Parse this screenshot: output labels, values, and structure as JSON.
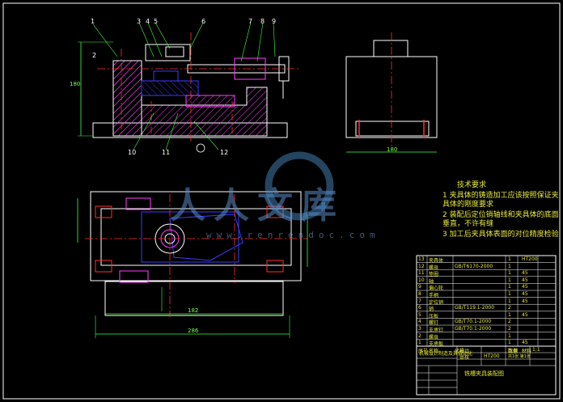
{
  "watermark": {
    "text": "人人文库",
    "url": "www.renrendoc.com"
  },
  "balloons_top": [
    "1",
    "2",
    "3",
    "4",
    "5",
    "6",
    "7",
    "8",
    "9"
  ],
  "balloons_bottom": [
    "10",
    "11",
    "12"
  ],
  "dimensions": {
    "height_left": "180",
    "width_side": "180",
    "plan_width": "286",
    "plan_inner": "182"
  },
  "notes": {
    "title": "技术要求",
    "items": [
      "1 夹具体的铸造加工应该按照保证夹具体的刚度要求",
      "2 装配后定位销轴线和夹具体的底面垂直，不许有缝",
      "3 加工后夹具体表面的对位精度检验"
    ]
  },
  "bom": {
    "rows": [
      {
        "no": "13",
        "name": "夹具体",
        "code": "",
        "qty": "1",
        "mat": "HT200"
      },
      {
        "no": "12",
        "name": "螺母",
        "code": "GB/T6170-2000",
        "qty": "1",
        "mat": ""
      },
      {
        "no": "11",
        "name": "垫圈",
        "code": "",
        "qty": "1",
        "mat": "45"
      },
      {
        "no": "10",
        "name": "轴",
        "code": "",
        "qty": "1",
        "mat": "45"
      },
      {
        "no": "9",
        "name": "偏心轮",
        "code": "",
        "qty": "1",
        "mat": "45"
      },
      {
        "no": "8",
        "name": "手柄",
        "code": "",
        "qty": "1",
        "mat": "45"
      },
      {
        "no": "7",
        "name": "定位销",
        "code": "",
        "qty": "1",
        "mat": "45"
      },
      {
        "no": "6",
        "name": "销",
        "code": "GB/T119.1-2000",
        "qty": "2",
        "mat": ""
      },
      {
        "no": "5",
        "name": "压板",
        "code": "",
        "qty": "1",
        "mat": "45"
      },
      {
        "no": "4",
        "name": "螺钉",
        "code": "GB/T70.1-2000",
        "qty": "2",
        "mat": ""
      },
      {
        "no": "3",
        "name": "支承钉",
        "code": "GB/T70.1-2000",
        "qty": "2",
        "mat": ""
      },
      {
        "no": "2",
        "name": "螺母",
        "code": "",
        "qty": "1",
        "mat": ""
      },
      {
        "no": "1",
        "name": "支承板",
        "code": "",
        "qty": "1",
        "mat": "45"
      }
    ],
    "header": {
      "no": "序号",
      "name": "名称",
      "code": "代号",
      "qty": "数量",
      "mat": "材料"
    }
  },
  "title_block": {
    "school": "机械设计制造及其自动化",
    "drawing_title": "铣槽夹具装配图",
    "scale_label": "比例",
    "scale": "1:1",
    "sheet": "共1张 第1张",
    "designer": "设计",
    "checker": "审核",
    "material": "HT200"
  },
  "colors": {
    "background": "#000000",
    "outline": "#ffffff",
    "center": "#ff3030",
    "hatch": "#ff40ff",
    "part": "#3b3bff",
    "dim": "#40ff40",
    "text": "#e8e83a"
  }
}
